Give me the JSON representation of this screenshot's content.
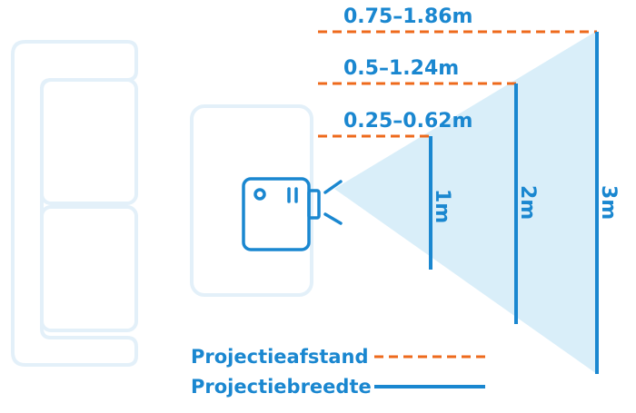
{
  "colors": {
    "blue": "#1a87d0",
    "orange": "#ee6a1c",
    "light_blue": "#d9eef9",
    "furniture": "#e3f0f9"
  },
  "icons": {
    "sofa": "sofa-icon",
    "table": "table-icon",
    "projector": "projector-icon"
  },
  "distances": [
    {
      "text": "0.25–0.62m"
    },
    {
      "text": "0.5–1.24m"
    },
    {
      "text": "0.75–1.86m"
    }
  ],
  "widths": [
    {
      "text": "1m"
    },
    {
      "text": "2m"
    },
    {
      "text": "3m"
    }
  ],
  "legend": {
    "distance_label": "Projectieafstand",
    "width_label": "Projectiebreedte"
  }
}
